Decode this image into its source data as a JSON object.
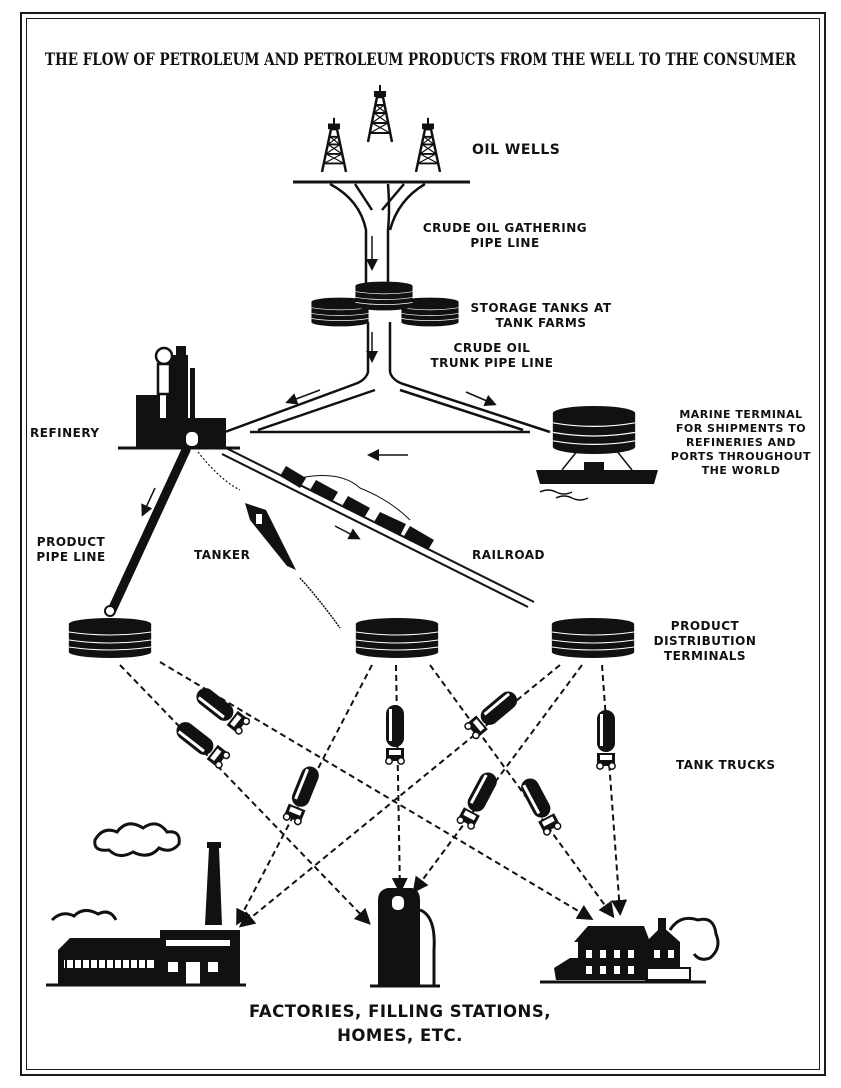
{
  "title": "THE FLOW OF PETROLEUM AND PETROLEUM PRODUCTS FROM THE WELL TO THE CONSUMER",
  "labels": {
    "oil_wells": "OIL WELLS",
    "gathering_line": "CRUDE OIL GATHERING\nPIPE LINE",
    "storage_tanks": "STORAGE TANKS AT\nTANK FARMS",
    "trunk_line": "CRUDE OIL\nTRUNK PIPE LINE",
    "refinery": "REFINERY",
    "marine_terminal": "MARINE TERMINAL\nFOR SHIPMENTS TO\nREFINERIES AND\nPORTS THROUGHOUT\nTHE WORLD",
    "product_pipe_line": "PRODUCT\nPIPE LINE",
    "tanker": "TANKER",
    "railroad": "RAILROAD",
    "distribution_terminals": "PRODUCT\nDISTRIBUTION\nTERMINALS",
    "tank_trucks": "TANK TRUCKS"
  },
  "footer": "FACTORIES, FILLING STATIONS,\nHOMES, ETC."
}
